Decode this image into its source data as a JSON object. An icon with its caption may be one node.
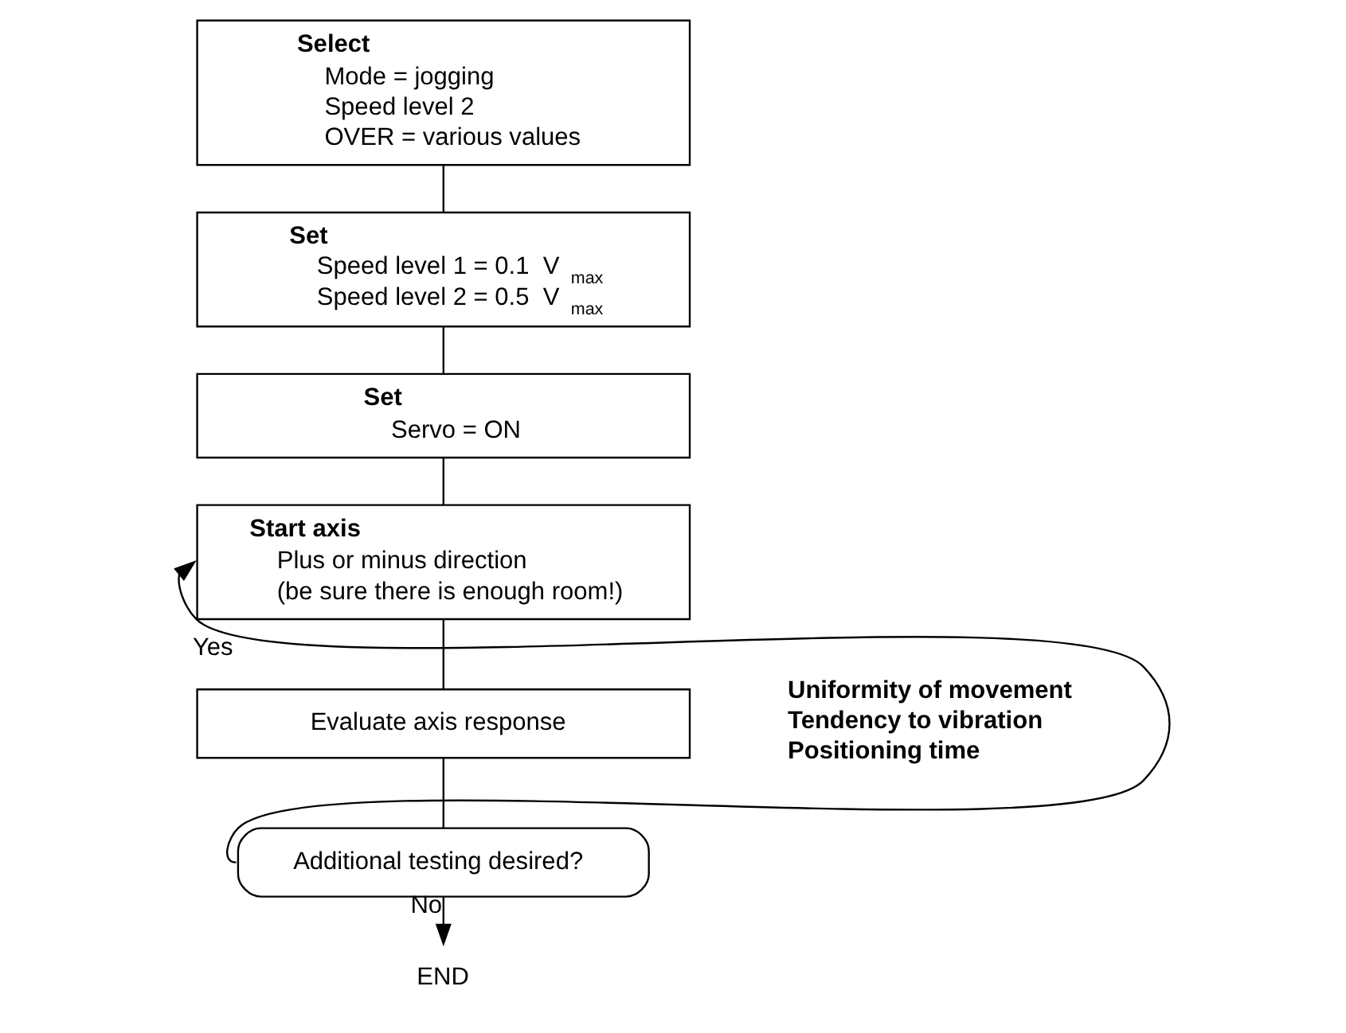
{
  "diagram": {
    "nodes": [
      {
        "text": [
          "Select",
          "Mode = jogging",
          "Speed level 2",
          "OVER = various values"
        ]
      },
      {
        "text": [
          "Set",
          "Speed level 1 = 0.1  V$_{max}$",
          "Speed level 2 = 0.5  V$_{max}$"
        ]
      },
      {
        "text": [
          "Set",
          "Servo = ON"
        ]
      },
      {
        "text": [
          "Start axis",
          "Plus or minus direction",
          "(be sure there is enough room!)"
        ]
      },
      {
        "text": [
          "Evaluate axis response"
        ],
        "beside": [
          "Uniformity of movement",
          "Tendency to vibration",
          "Positioning time"
        ]
      },
      {
        "text": [
          "Additional testing desired?"
        ]
      },
      {
        "text": [
          "END"
        ]
      }
    ],
    "edges": [
      {
        "from": 0,
        "to": 1,
        "arrow": "none"
      },
      {
        "from": 1,
        "to": 2,
        "arrow": "none"
      },
      {
        "from": 2,
        "to": 3,
        "arrow": "none"
      },
      {
        "from": 3,
        "to": 4,
        "arrow": "none"
      },
      {
        "from": 4,
        "to": 5,
        "arrow": "none"
      },
      {
        "from": 5,
        "to": 3,
        "label": "Yes",
        "arrow": "to"
      },
      {
        "from": 5,
        "to": 6,
        "label": "No",
        "arrow": "to"
      }
    ]
  }
}
